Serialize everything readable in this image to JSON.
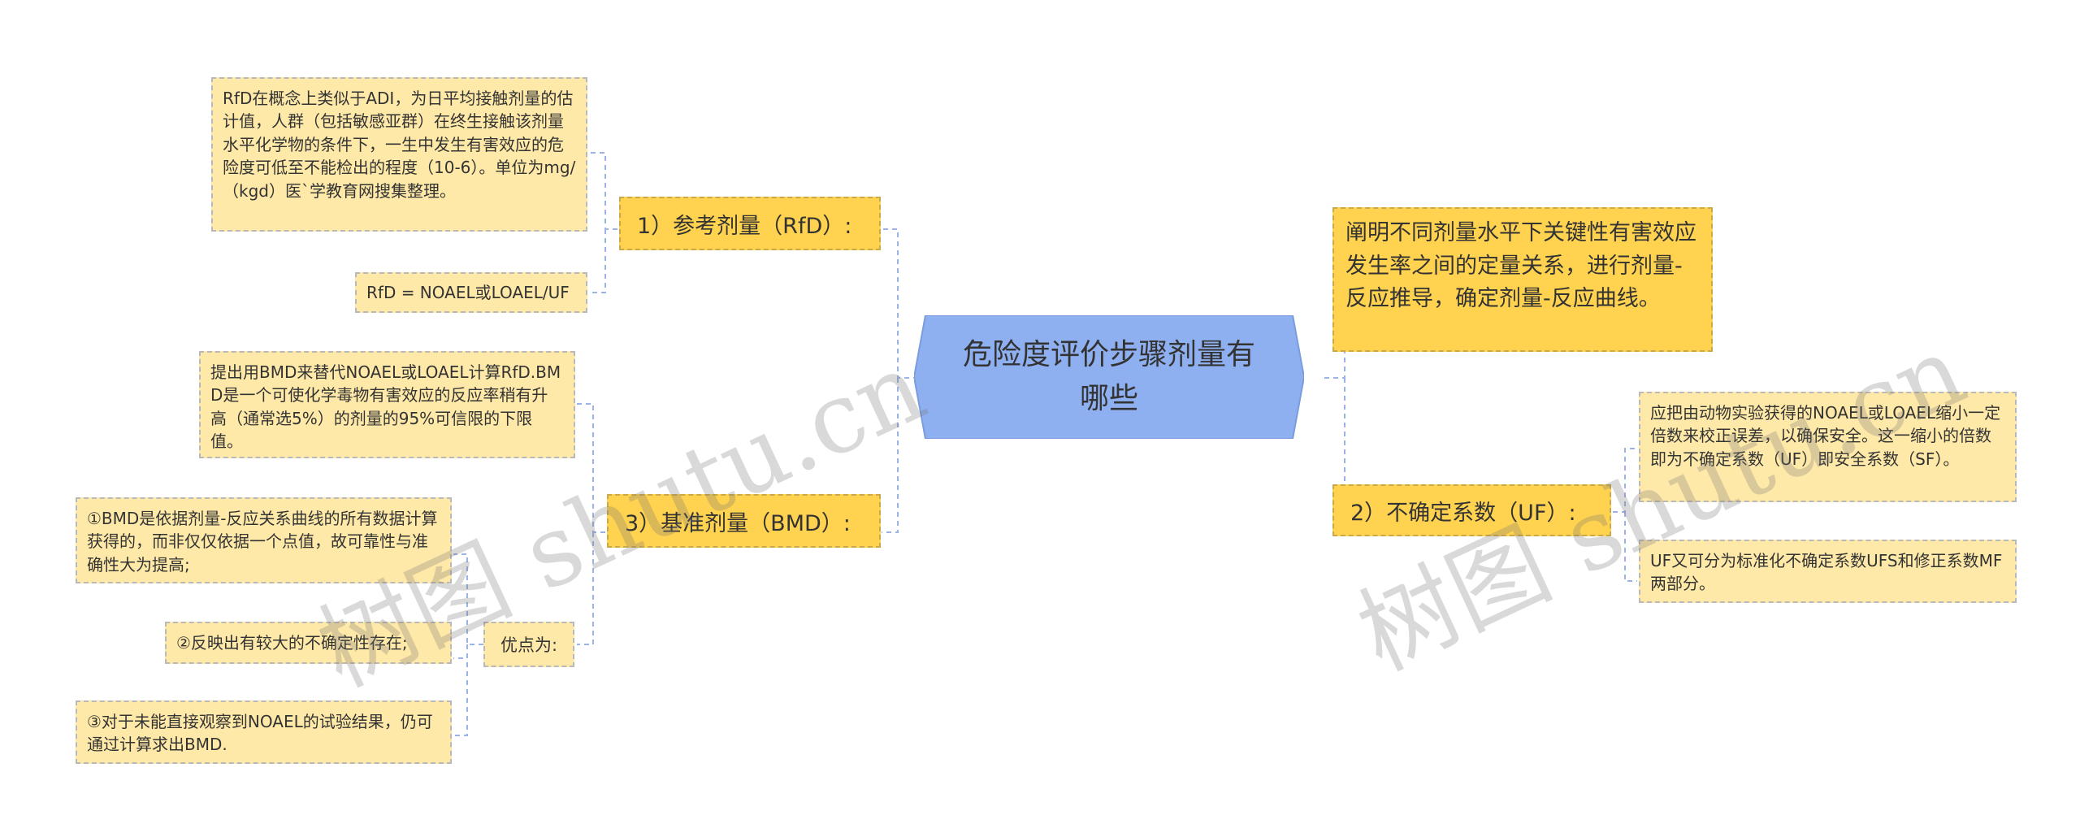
{
  "center": {
    "title": "危险度评价步骤剂量有哪些"
  },
  "branches": {
    "rfd": "1）参考剂量（RfD）:",
    "uf": "2）不确定系数（UF）:",
    "bmd": "3）基准剂量（BMD）:"
  },
  "right_note": "阐明不同剂量水平下关键性有害效应发生率之间的定量关系，进行剂量-反应推导，确定剂量-反应曲线。",
  "rfd_children": [
    "RfD在概念上类似于ADI，为日平均接触剂量的估计值，人群（包括敏感亚群）在终生接触该剂量水平化学物的条件下，一生中发生有害效应的危险度可低至不能检出的程度（10-6）。单位为mg/（kgd）医`学教育网搜集整理。",
    "RfD = NOAEL或LOAEL/UF"
  ],
  "uf_children": [
    "应把由动物实验获得的NOAEL或LOAEL缩小一定倍数来校正误差，以确保安全。这一缩小的倍数即为不确定系数（UF）即安全系数（SF）。",
    "UF又可分为标准化不确定系数UFS和修正系数MF两部分。"
  ],
  "bmd_children": {
    "definition": "提出用BMD来替代NOAEL或LOAEL计算RfD.BMD是一个可使化学毒物有害效应的反应率稍有升高（通常选5%）的剂量的95%可信限的下限值。",
    "advantages_label": "优点为:",
    "advantages": [
      "①BMD是依据剂量-反应关系曲线的所有数据计算获得的，而非仅仅依据一个点值，故可靠性与准确性大为提高;",
      "②反映出有较大的不确定性存在;",
      "③对于未能直接观察到NOAEL的试验结果，仍可通过计算求出BMD."
    ]
  },
  "watermark": {
    "text": "树图 shutu.cn"
  },
  "colors": {
    "center_fill": "#8fb0f0",
    "branch_fill": "#ffd24f",
    "leaf_fill": "#ffe9a8",
    "connector": "#9bb3e6"
  }
}
